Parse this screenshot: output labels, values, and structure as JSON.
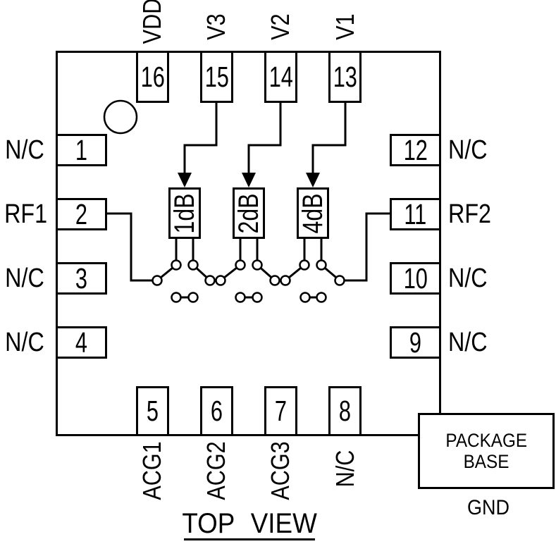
{
  "diagram": {
    "title": "TOP VIEW",
    "attenuators": [
      "1dB",
      "2dB",
      "4dB"
    ],
    "pins": {
      "top": [
        {
          "num": "16",
          "label": "VDD"
        },
        {
          "num": "15",
          "label": "V3"
        },
        {
          "num": "14",
          "label": "V2"
        },
        {
          "num": "13",
          "label": "V1"
        }
      ],
      "left": [
        {
          "num": "1",
          "label": "N/C"
        },
        {
          "num": "2",
          "label": "RF1"
        },
        {
          "num": "3",
          "label": "N/C"
        },
        {
          "num": "4",
          "label": "N/C"
        }
      ],
      "right": [
        {
          "num": "12",
          "label": "N/C"
        },
        {
          "num": "11",
          "label": "RF2"
        },
        {
          "num": "10",
          "label": "N/C"
        },
        {
          "num": "9",
          "label": "N/C"
        }
      ],
      "bottom": [
        {
          "num": "5",
          "label": "ACG1"
        },
        {
          "num": "6",
          "label": "ACG2"
        },
        {
          "num": "7",
          "label": "ACG3"
        },
        {
          "num": "8",
          "label": "N/C"
        }
      ]
    },
    "package_base": {
      "line1": "PACKAGE",
      "line2": "BASE",
      "ground": "GND"
    },
    "colors": {
      "ink": "#000000",
      "background": "#ffffff"
    }
  }
}
